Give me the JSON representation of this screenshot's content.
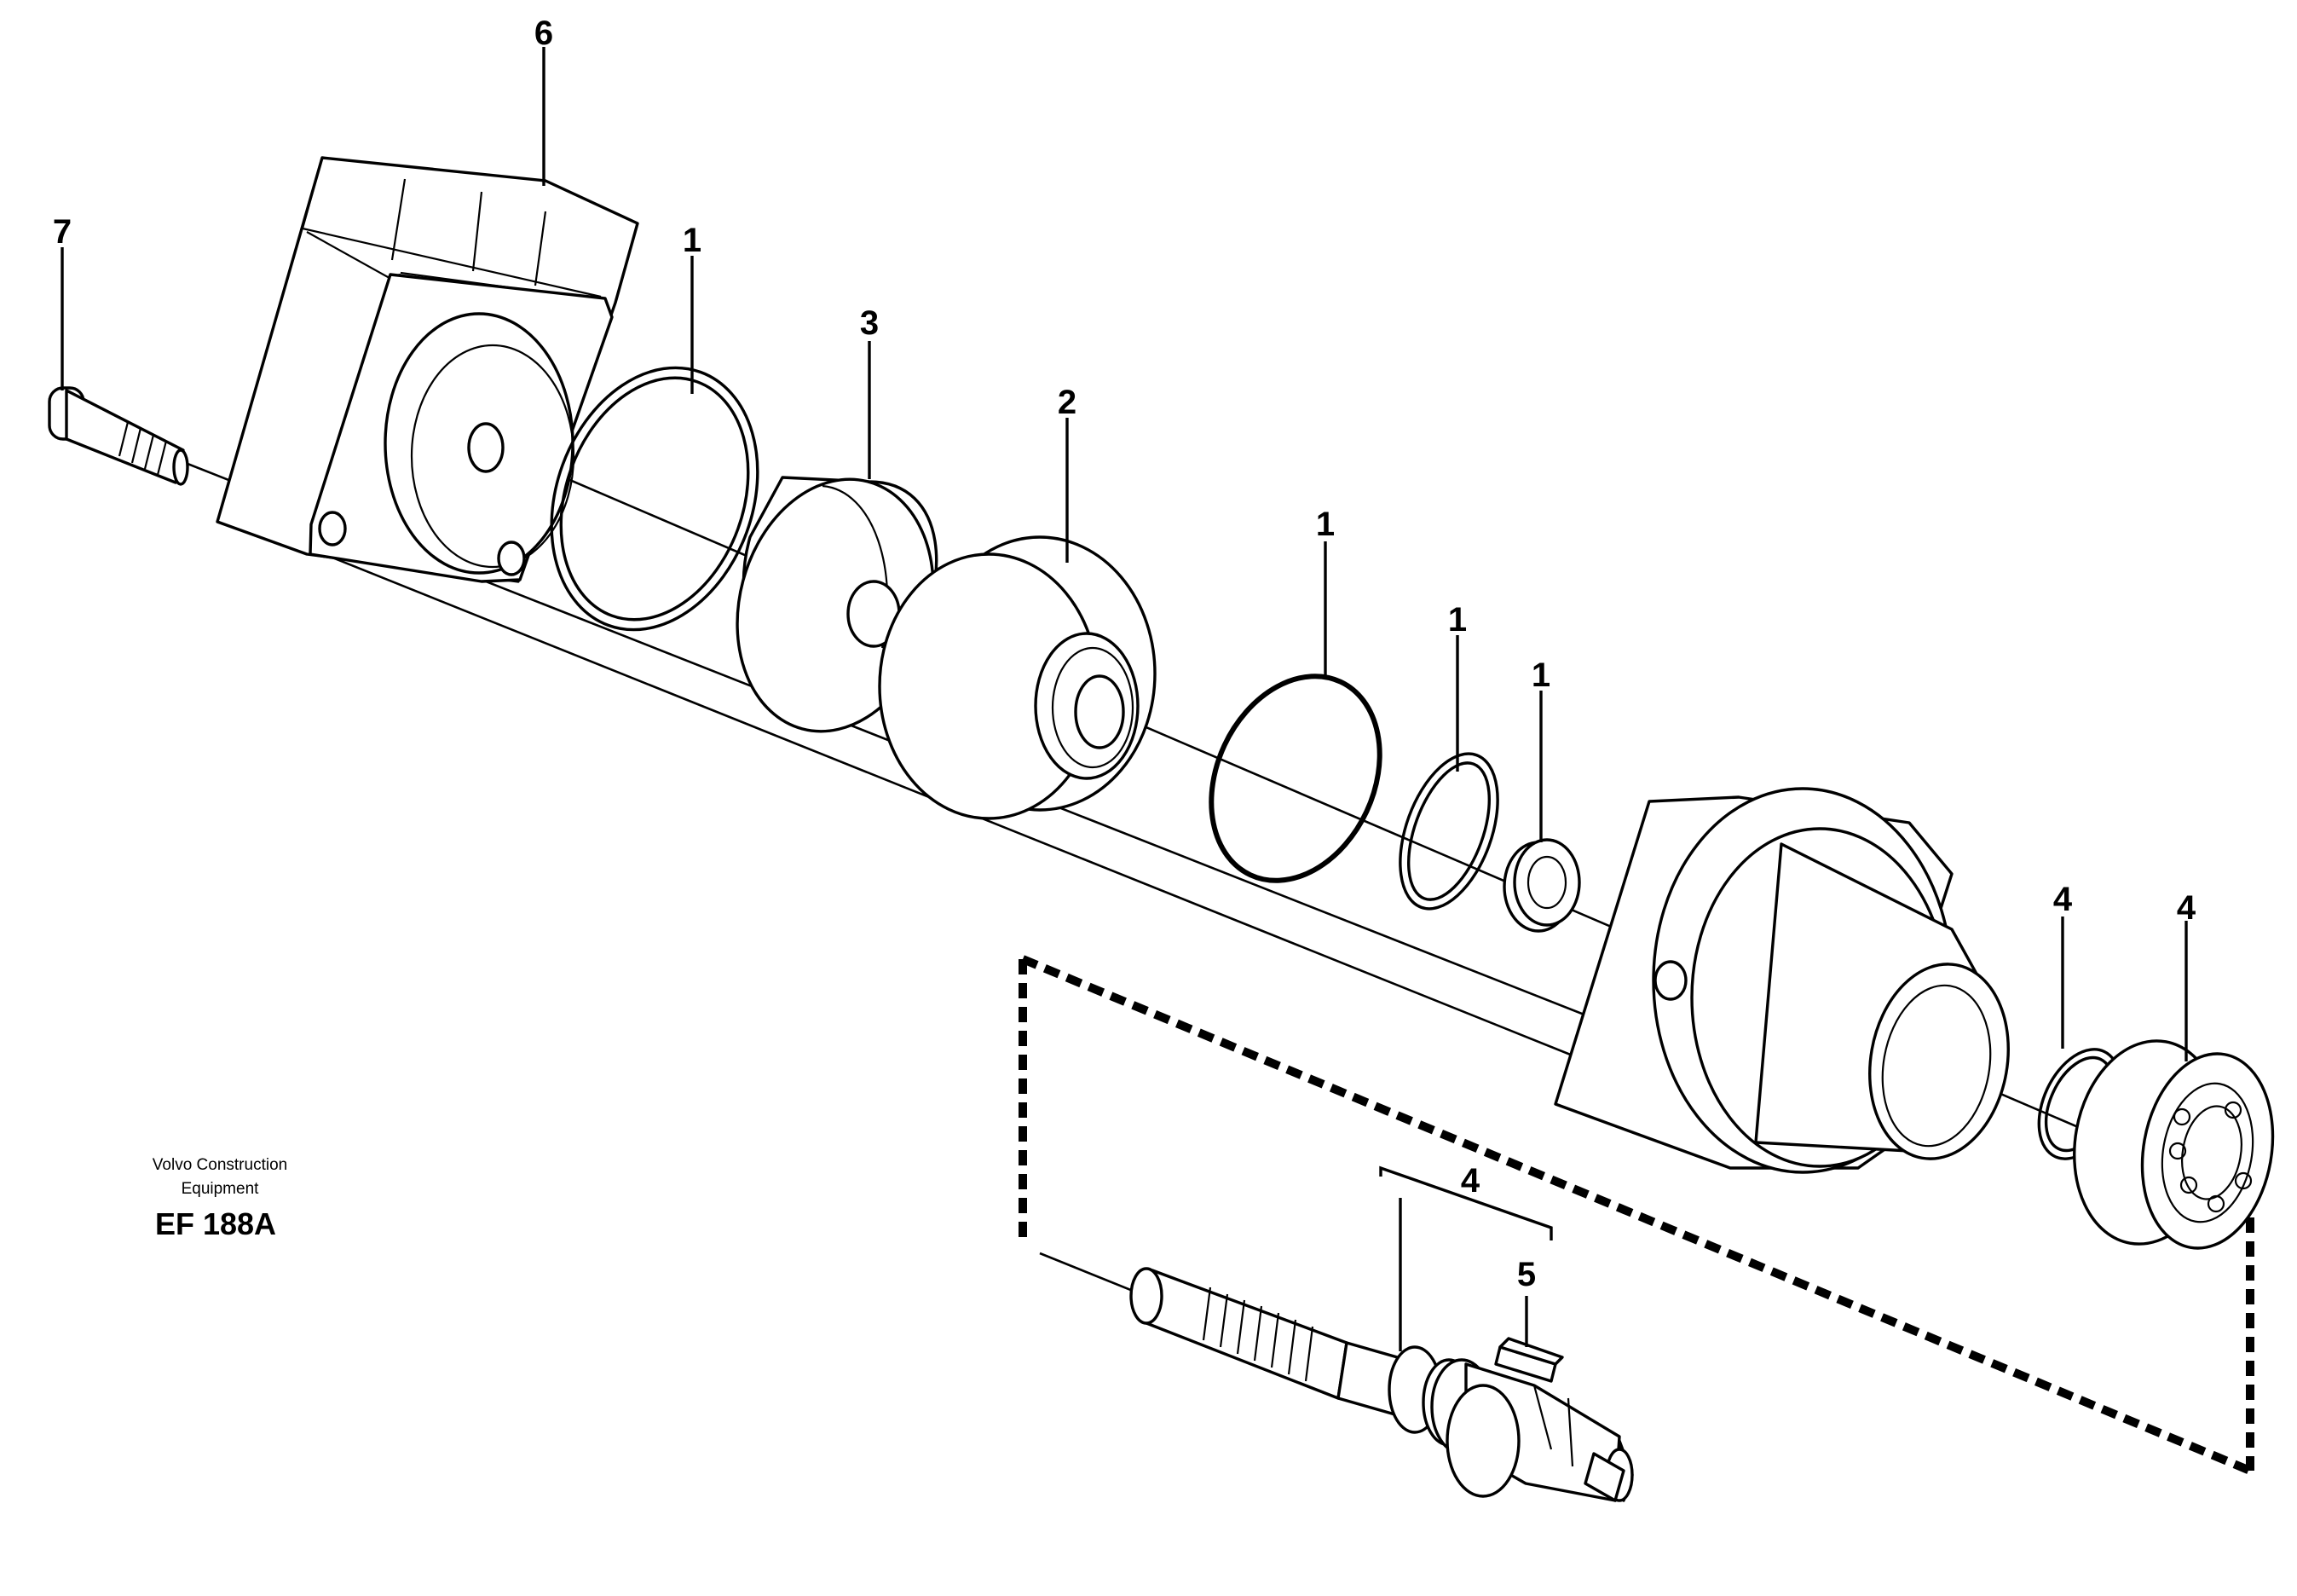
{
  "brand": {
    "line1": "Volvo Construction",
    "line2": "Equipment",
    "code": "EF 188A"
  },
  "callouts": {
    "c6": "6",
    "c7": "7",
    "c1_oring_large": "1",
    "c3": "3",
    "c2": "2",
    "c1_oring_mid": "1",
    "c1_ring_small": "1",
    "c1_seal": "1",
    "c4_ring": "4",
    "c4_bearing": "4",
    "c4_shaft_group": "4",
    "c5": "5"
  }
}
